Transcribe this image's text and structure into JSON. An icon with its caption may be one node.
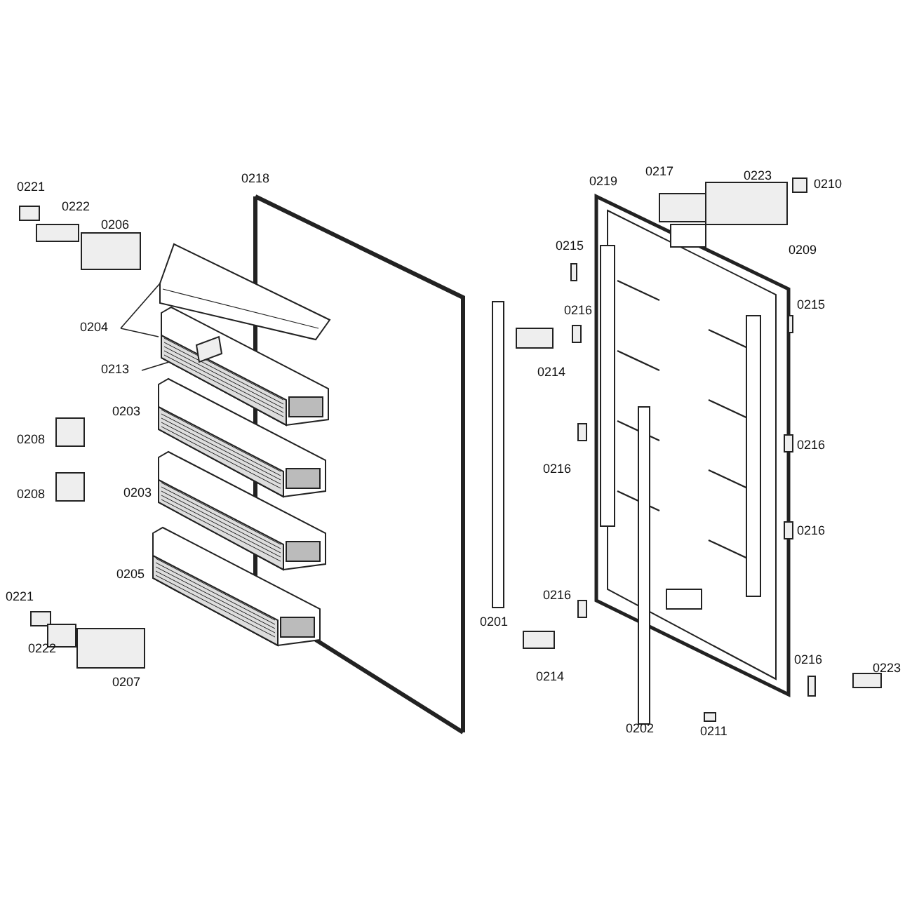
{
  "diagram": {
    "nodes": [
      {
        "text": [
          "0204"
        ]
      },
      {
        "text": [
          "0213"
        ]
      },
      {
        "text": [],
        "shape": "picture"
      },
      {
        "text": [],
        "shape": "picture"
      },
      {
        "text": [],
        "shape": "picture",
        "in": 3
      }
    ],
    "edges": [
      {
        "from": 0,
        "to": 2,
        "arrow": "none"
      },
      {
        "from": 0,
        "to": 3,
        "arrow": "none"
      },
      {
        "from": 1,
        "to": 4,
        "arrow": "none"
      }
    ],
    "labels": [
      "0221",
      "0218",
      "0219",
      "0217",
      "0223",
      "0210",
      "0222",
      "0206",
      "0209",
      "0215",
      "0216",
      "0215",
      "0214",
      "0203",
      "0208",
      "0216",
      "0208",
      "0203",
      "0216",
      "0216",
      "0205",
      "0221",
      "0216",
      "0201",
      "0222",
      "0214",
      "0216",
      "0223",
      "0207",
      "0202",
      "0211"
    ]
  }
}
